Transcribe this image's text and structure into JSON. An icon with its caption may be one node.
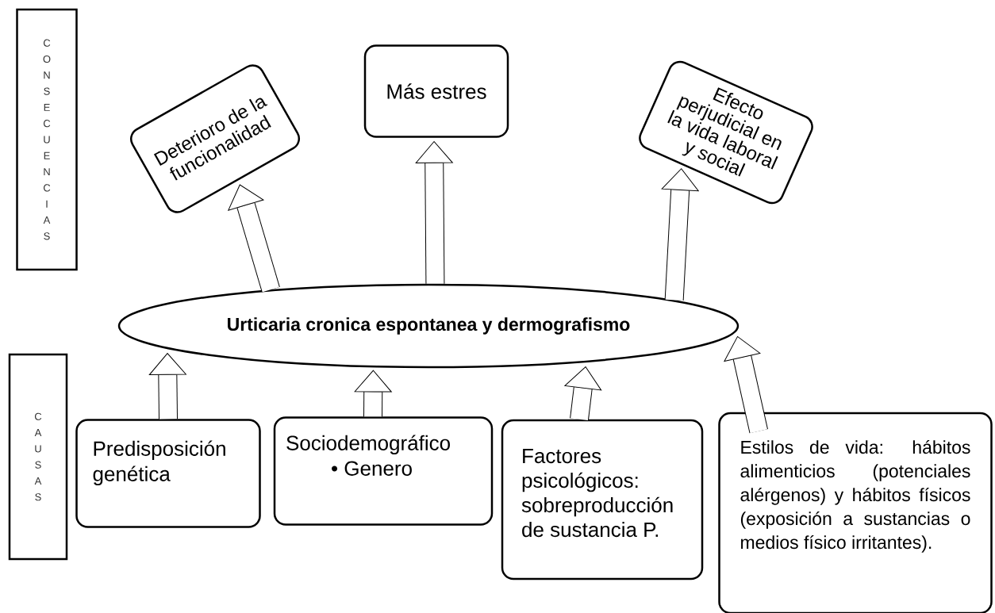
{
  "diagram": {
    "nodes": [
      {
        "text": [
          "CONSECUENCIAS"
        ]
      },
      {
        "text": [
          "Deterioro de la funcionalidad"
        ]
      },
      {
        "text": [
          "Más estres"
        ]
      },
      {
        "text": [
          "Efecto perjudicial en la vida laboral y social"
        ]
      },
      {
        "text": [
          "Urticaria cronica espontanea y dermografismo"
        ]
      },
      {
        "text": [
          "CAUSAS"
        ]
      },
      {
        "text": [
          "Predisposición genética"
        ]
      },
      {
        "text": [
          "Sociodemográfico",
          "• Genero"
        ]
      },
      {
        "text": [
          "Factores psicológicos: sobreproducción de sustancia P."
        ]
      },
      {
        "text": [
          "Estilos de vida: hábitos alimenticios (potenciales alérgenos) y hábitos físicos (exposición a sustancias o medios físico irritantes)."
        ]
      }
    ],
    "edges": [
      {
        "from": 4,
        "to": 1,
        "arrow": "to"
      },
      {
        "from": 4,
        "to": 2,
        "arrow": "to"
      },
      {
        "from": 4,
        "to": 3,
        "arrow": "to"
      },
      {
        "from": 6,
        "to": 4,
        "arrow": "to"
      },
      {
        "from": 7,
        "to": 4,
        "arrow": "to"
      },
      {
        "from": 8,
        "to": 4,
        "arrow": "to"
      },
      {
        "from": 9,
        "to": 4,
        "arrow": "to"
      }
    ]
  }
}
